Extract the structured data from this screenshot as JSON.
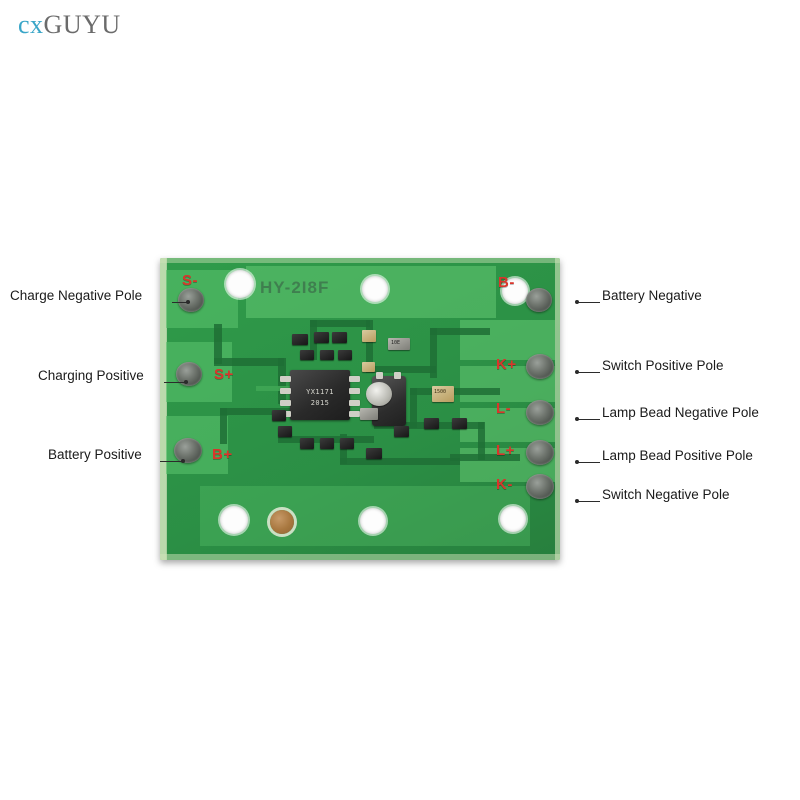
{
  "watermark": {
    "prefix": "cx",
    "suffix": "GUYU"
  },
  "board": {
    "part_number": "HY-2I8F",
    "silkscreen": [
      {
        "id": "s-minus",
        "label": "S-"
      },
      {
        "id": "s-plus",
        "label": "S+"
      },
      {
        "id": "b-plus",
        "label": "B+"
      },
      {
        "id": "b-minus",
        "label": "B-"
      },
      {
        "id": "k-plus",
        "label": "K+"
      },
      {
        "id": "l-minus",
        "label": "L-"
      },
      {
        "id": "l-plus",
        "label": "L+"
      },
      {
        "id": "k-minus",
        "label": "K-"
      }
    ],
    "ic_markings": {
      "main_ic_line1": "YX1171",
      "main_ic_line2": "2015",
      "small_part_label": "10E",
      "cap_label": "1500"
    }
  },
  "callouts": {
    "left": [
      {
        "id": "charge-negative-pole",
        "label": "Charge Negative Pole"
      },
      {
        "id": "charging-positive",
        "label": "Charging Positive"
      },
      {
        "id": "battery-positive",
        "label": "Battery Positive"
      }
    ],
    "right": [
      {
        "id": "battery-negative",
        "label": "Battery Negative"
      },
      {
        "id": "switch-positive-pole",
        "label": "Switch Positive Pole"
      },
      {
        "id": "lamp-bead-negative-pole",
        "label": "Lamp Bead Negative Pole"
      },
      {
        "id": "lamp-bead-positive-pole",
        "label": "Lamp Bead Positive Pole"
      },
      {
        "id": "switch-negative-pole",
        "label": "Switch Negative Pole"
      }
    ]
  },
  "colors": {
    "board_green": "#2d9447",
    "silk_red": "#d9352b",
    "watermark_blue": "#3aa6c8",
    "watermark_grey": "#6b6b6b",
    "copper_brown": "#a8773f"
  }
}
